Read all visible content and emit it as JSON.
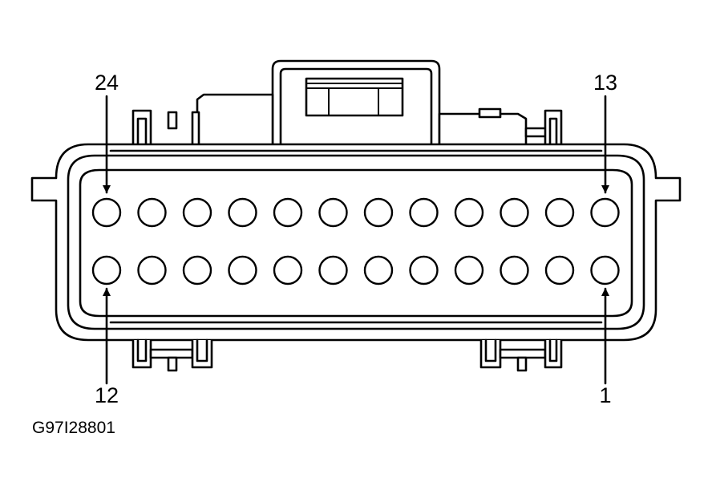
{
  "labels": {
    "top_left": "24",
    "top_right": "13",
    "bottom_left": "12",
    "bottom_right": "1"
  },
  "figure_code": "G97I28801"
}
